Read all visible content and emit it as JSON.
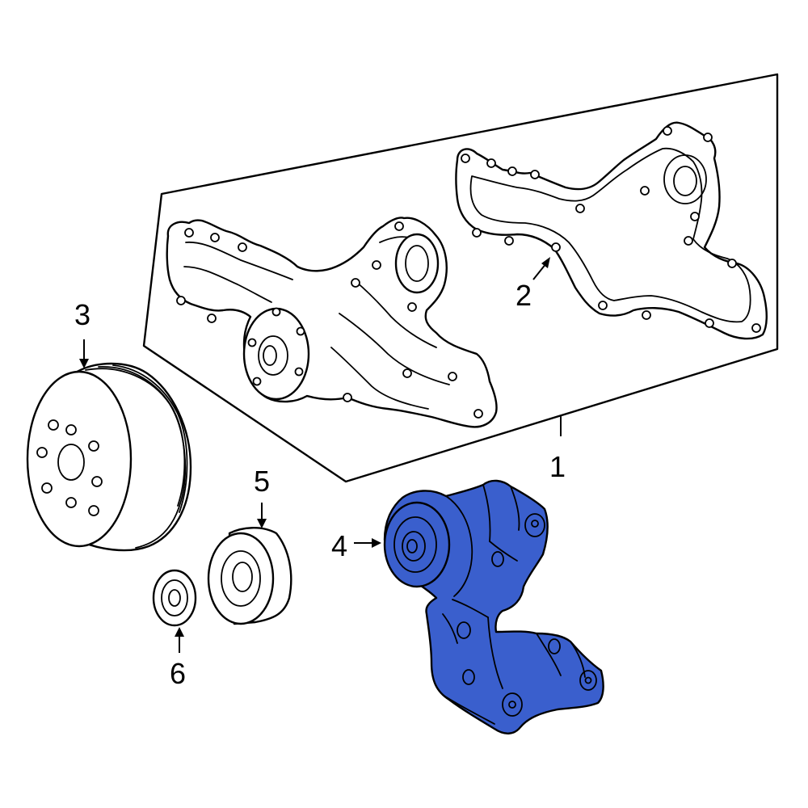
{
  "colors": {
    "highlight": "#3a5fcd",
    "line": "#000000",
    "background": "#ffffff"
  },
  "callouts": {
    "label_1": "1",
    "label_2": "2",
    "label_3": "3",
    "label_4": "4",
    "label_5": "5",
    "label_6": "6"
  }
}
